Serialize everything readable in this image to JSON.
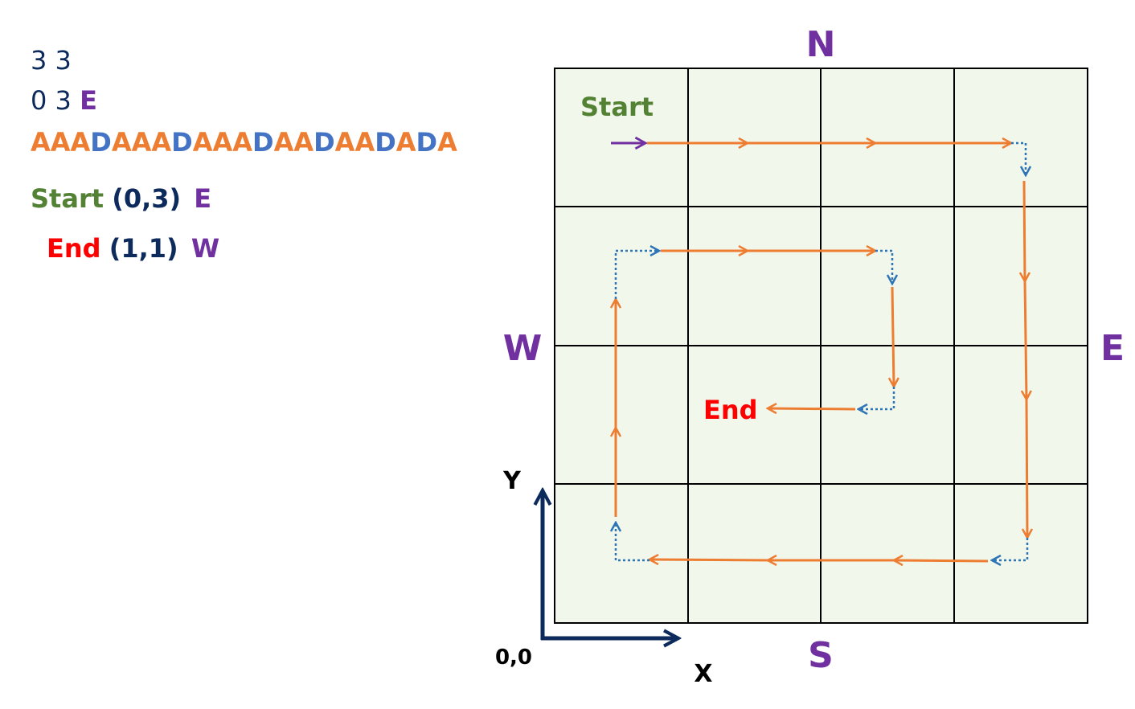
{
  "input": {
    "line1": "3 3",
    "line2_coords": "0 3",
    "line2_dir": "E",
    "commands": [
      "AAA",
      "D",
      "AAA",
      "D",
      "AAA",
      "D",
      "AA",
      "D",
      "AA",
      "D",
      "A",
      "D",
      "A"
    ]
  },
  "result": {
    "start_label": "Start",
    "start_coords": "(0,3)",
    "start_dir": "E",
    "end_label": "End",
    "end_coords": "(1,1)",
    "end_dir": "W"
  },
  "grid": {
    "cols": 4,
    "rows": 4,
    "start_text": "Start",
    "end_text": "End",
    "compass": {
      "n": "N",
      "s": "S",
      "e": "E",
      "w": "W"
    },
    "origin_label": "0,0",
    "x_axis_label": "X",
    "y_axis_label": "Y"
  },
  "colors": {
    "move": "#ed7d31",
    "turn": "#2e75b6",
    "initial": "#7030a0",
    "grid_fill": "#f2f7ec",
    "axis": "#0d2a5c"
  }
}
